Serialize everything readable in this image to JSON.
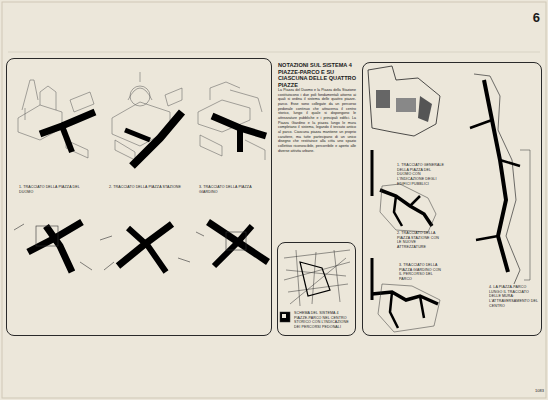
{
  "diagram": {
    "title": "NOTAZIONI SUL SISTEMA 4 PIAZZE-PARCO E SU CIASCUNA DELLE QUATTRO PIAZZE",
    "nodes": [
      {
        "text": [
          "1. TRACCIATO DELLA PIAZZA DEL DUOMO",
          "2. TRACCIATO DELLA PIAZZA STAZIONE",
          "3. TRACCIATO DELLA PIAZZA GIARDINO"
        ]
      },
      {
        "text": [
          "SCHEMA DEL SISTEMA 4 PIAZZE-PARCO NEL CENTRO STORICO CON L'INDICAZIONE DEI PERCORSI PEDONALI"
        ]
      },
      {
        "text": [
          "1. TRACCIATO GENERALE DELLA PIAZZA DEL DUOMO CON L'INDICAZIONE DEGLI EDIFICI PUBBLICI",
          "2. TRACCIATO DELLA PIAZZA STAZIONE CON LE NUOVE ATTREZZATURE",
          "3. TRACCIATO DELLA PIAZZA GIARDINO CON IL PERCORSO DEL PARCO",
          "4. LA PIAZZA-PARCO LUNGO IL TRACCIATO DELLE MURA: L'ATTRAVERSAMENTO DEL CENTRO"
        ]
      }
    ],
    "labels": [
      "6",
      "La Piazza del Duomo e la Piazza della Stazione costituiscono i due poli fondamentali attorno ai quali si ordina il sistema delle quattro piazze-parco. Esse sono collegate da un percorso pedonale continuo che attraversa il centro storico, lungo il quale si dispongono le attrezzature pubbliche e i principali edifici. La Piazza Giardino e la piazza lungo le mura completano il sistema, legando il tessuto antico al parco. Ciascuna piazza mantiene un proprio carattere, ma tutte partecipano di un unico disegno che restituisce alla citta uno spazio collettivo riconoscibile, percorribile e aperto alle diverse attivita urbane.",
      "1083"
    ]
  }
}
